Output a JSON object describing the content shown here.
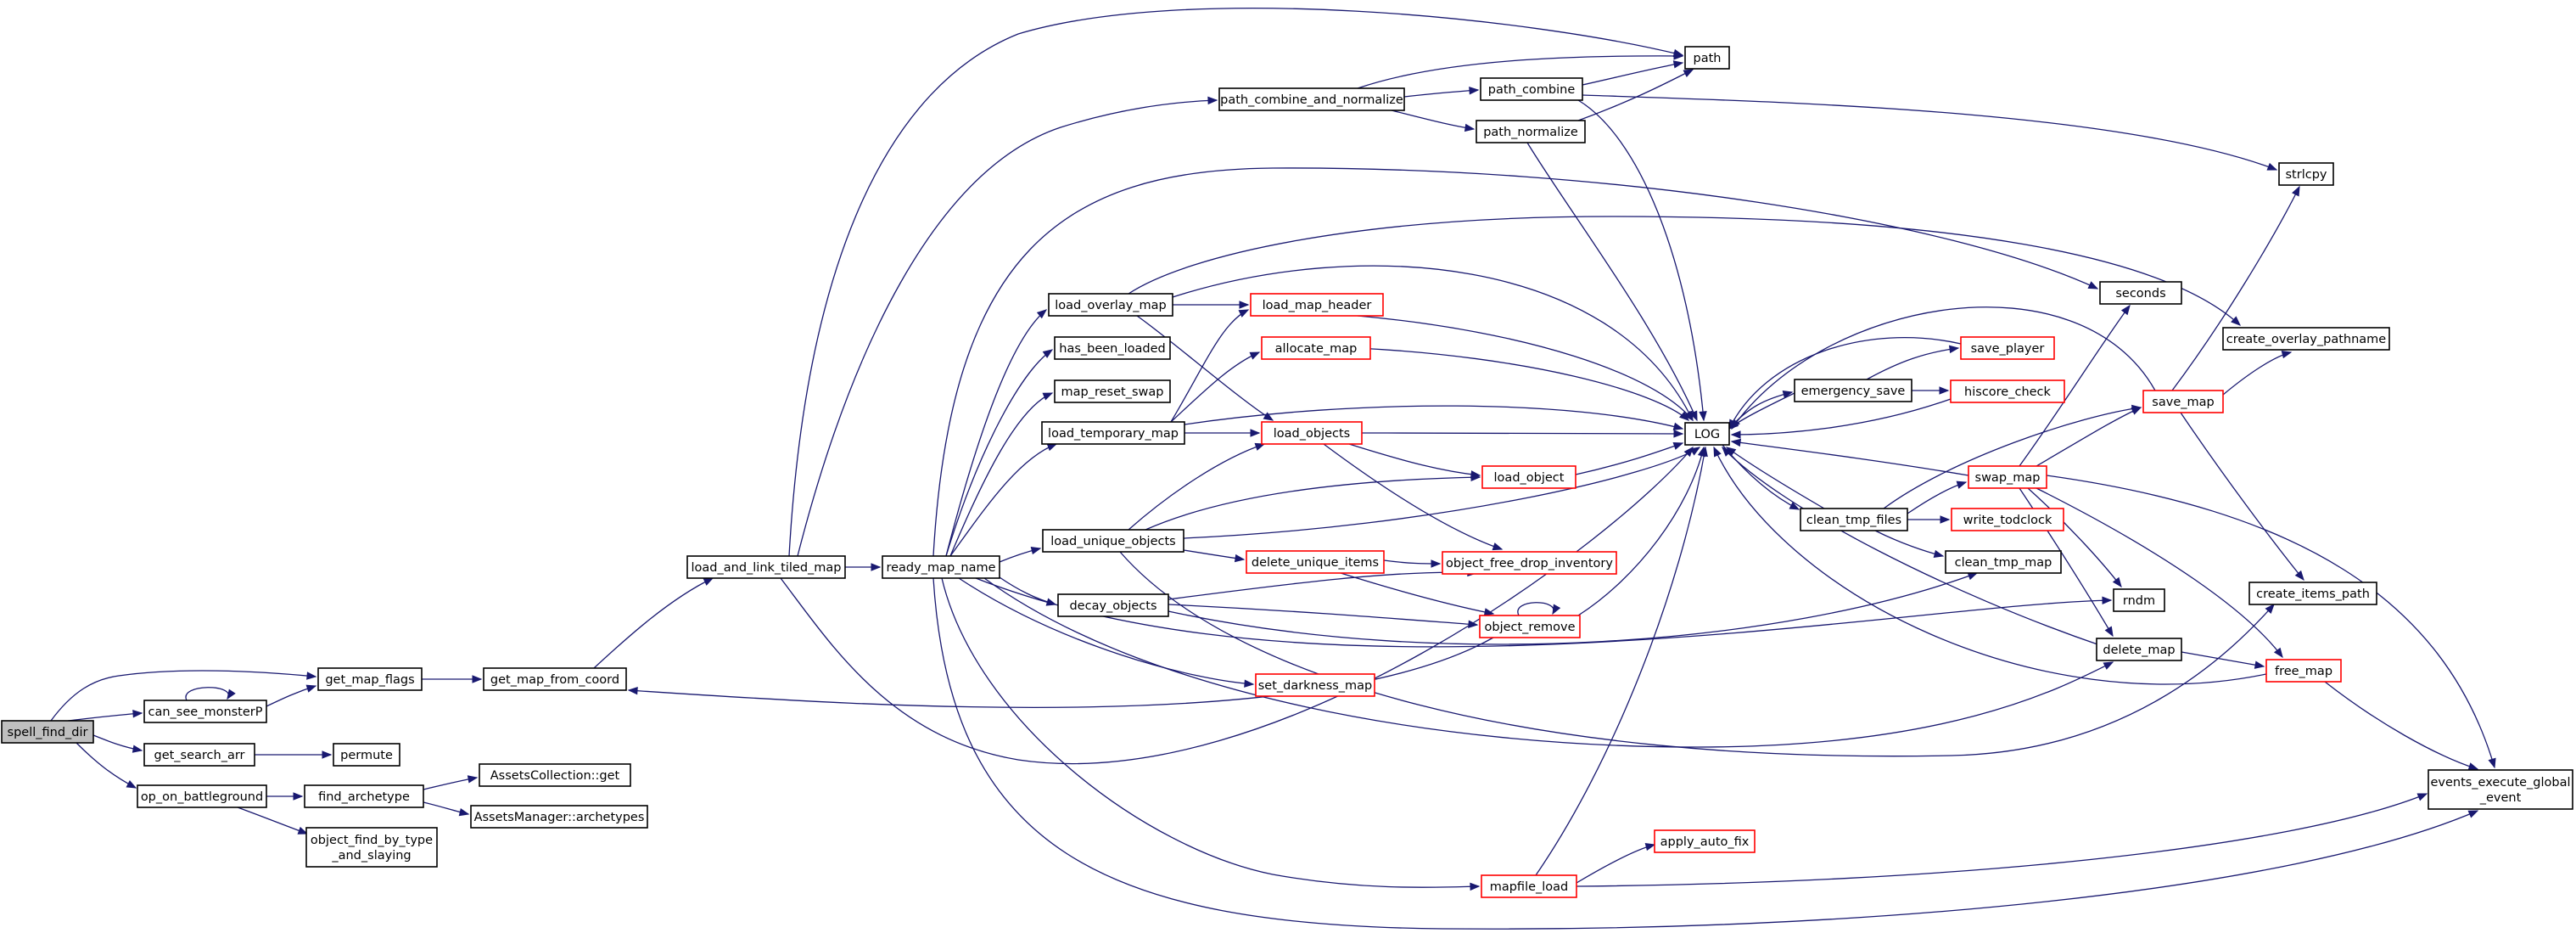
{
  "graph": {
    "edge_color": "#191970",
    "nodes": [
      {
        "id": "spell_find_dir",
        "label": [
          "spell_find_dir"
        ],
        "style": "root"
      },
      {
        "id": "can_see_monsterP",
        "label": [
          "can_see_monsterP"
        ],
        "style": "black"
      },
      {
        "id": "get_map_flags",
        "label": [
          "get_map_flags"
        ],
        "style": "black"
      },
      {
        "id": "get_map_from_coord",
        "label": [
          "get_map_from_coord"
        ],
        "style": "black"
      },
      {
        "id": "get_search_arr",
        "label": [
          "get_search_arr"
        ],
        "style": "black"
      },
      {
        "id": "permute",
        "label": [
          "permute"
        ],
        "style": "black"
      },
      {
        "id": "op_on_battleground",
        "label": [
          "op_on_battleground"
        ],
        "style": "black"
      },
      {
        "id": "find_archetype",
        "label": [
          "find_archetype"
        ],
        "style": "black"
      },
      {
        "id": "AssetsCollection_get",
        "label": [
          "AssetsCollection::get"
        ],
        "style": "black"
      },
      {
        "id": "AssetsManager_archetypes",
        "label": [
          "AssetsManager::archetypes"
        ],
        "style": "black"
      },
      {
        "id": "object_find_by_type_and_slaying",
        "label": [
          "object_find_by_type",
          "_and_slaying"
        ],
        "style": "black"
      },
      {
        "id": "load_and_link_tiled_map",
        "label": [
          "load_and_link_tiled_map"
        ],
        "style": "black"
      },
      {
        "id": "ready_map_name",
        "label": [
          "ready_map_name"
        ],
        "style": "black"
      },
      {
        "id": "path_combine_and_normalize",
        "label": [
          "path_combine_and_normalize"
        ],
        "style": "black"
      },
      {
        "id": "path_combine",
        "label": [
          "path_combine"
        ],
        "style": "black"
      },
      {
        "id": "path_normalize",
        "label": [
          "path_normalize"
        ],
        "style": "black"
      },
      {
        "id": "path",
        "label": [
          "path"
        ],
        "style": "black"
      },
      {
        "id": "load_overlay_map",
        "label": [
          "load_overlay_map"
        ],
        "style": "black"
      },
      {
        "id": "has_been_loaded",
        "label": [
          "has_been_loaded"
        ],
        "style": "black"
      },
      {
        "id": "map_reset_swap",
        "label": [
          "map_reset_swap"
        ],
        "style": "black"
      },
      {
        "id": "load_temporary_map",
        "label": [
          "load_temporary_map"
        ],
        "style": "black"
      },
      {
        "id": "load_unique_objects",
        "label": [
          "load_unique_objects"
        ],
        "style": "black"
      },
      {
        "id": "decay_objects",
        "label": [
          "decay_objects"
        ],
        "style": "black"
      },
      {
        "id": "load_map_header",
        "label": [
          "load_map_header"
        ],
        "style": "red"
      },
      {
        "id": "allocate_map",
        "label": [
          "allocate_map"
        ],
        "style": "red"
      },
      {
        "id": "load_objects",
        "label": [
          "load_objects"
        ],
        "style": "red"
      },
      {
        "id": "delete_unique_items",
        "label": [
          "delete_unique_items"
        ],
        "style": "red"
      },
      {
        "id": "set_darkness_map",
        "label": [
          "set_darkness_map"
        ],
        "style": "red"
      },
      {
        "id": "mapfile_load",
        "label": [
          "mapfile_load"
        ],
        "style": "red"
      },
      {
        "id": "load_object",
        "label": [
          "load_object"
        ],
        "style": "red"
      },
      {
        "id": "object_free_drop_inventory",
        "label": [
          "object_free_drop_inventory"
        ],
        "style": "red"
      },
      {
        "id": "object_remove",
        "label": [
          "object_remove"
        ],
        "style": "red"
      },
      {
        "id": "apply_auto_fix",
        "label": [
          "apply_auto_fix"
        ],
        "style": "red"
      },
      {
        "id": "LOG",
        "label": [
          "LOG"
        ],
        "style": "black"
      },
      {
        "id": "emergency_save",
        "label": [
          "emergency_save"
        ],
        "style": "black"
      },
      {
        "id": "clean_tmp_files",
        "label": [
          "clean_tmp_files"
        ],
        "style": "black"
      },
      {
        "id": "clean_tmp_map",
        "label": [
          "clean_tmp_map"
        ],
        "style": "black"
      },
      {
        "id": "save_player",
        "label": [
          "save_player"
        ],
        "style": "red"
      },
      {
        "id": "hiscore_check",
        "label": [
          "hiscore_check"
        ],
        "style": "red"
      },
      {
        "id": "swap_map",
        "label": [
          "swap_map"
        ],
        "style": "red"
      },
      {
        "id": "write_todclock",
        "label": [
          "write_todclock"
        ],
        "style": "red"
      },
      {
        "id": "rndm",
        "label": [
          "rndm"
        ],
        "style": "black"
      },
      {
        "id": "delete_map",
        "label": [
          "delete_map"
        ],
        "style": "black"
      },
      {
        "id": "seconds",
        "label": [
          "seconds"
        ],
        "style": "black"
      },
      {
        "id": "save_map",
        "label": [
          "save_map"
        ],
        "style": "red"
      },
      {
        "id": "strlcpy",
        "label": [
          "strlcpy"
        ],
        "style": "black"
      },
      {
        "id": "create_overlay_pathname",
        "label": [
          "create_overlay_pathname"
        ],
        "style": "black"
      },
      {
        "id": "create_items_path",
        "label": [
          "create_items_path"
        ],
        "style": "black"
      },
      {
        "id": "free_map",
        "label": [
          "free_map"
        ],
        "style": "red"
      },
      {
        "id": "events_execute_global_event",
        "label": [
          "events_execute_global",
          "_event"
        ],
        "style": "black"
      }
    ]
  }
}
